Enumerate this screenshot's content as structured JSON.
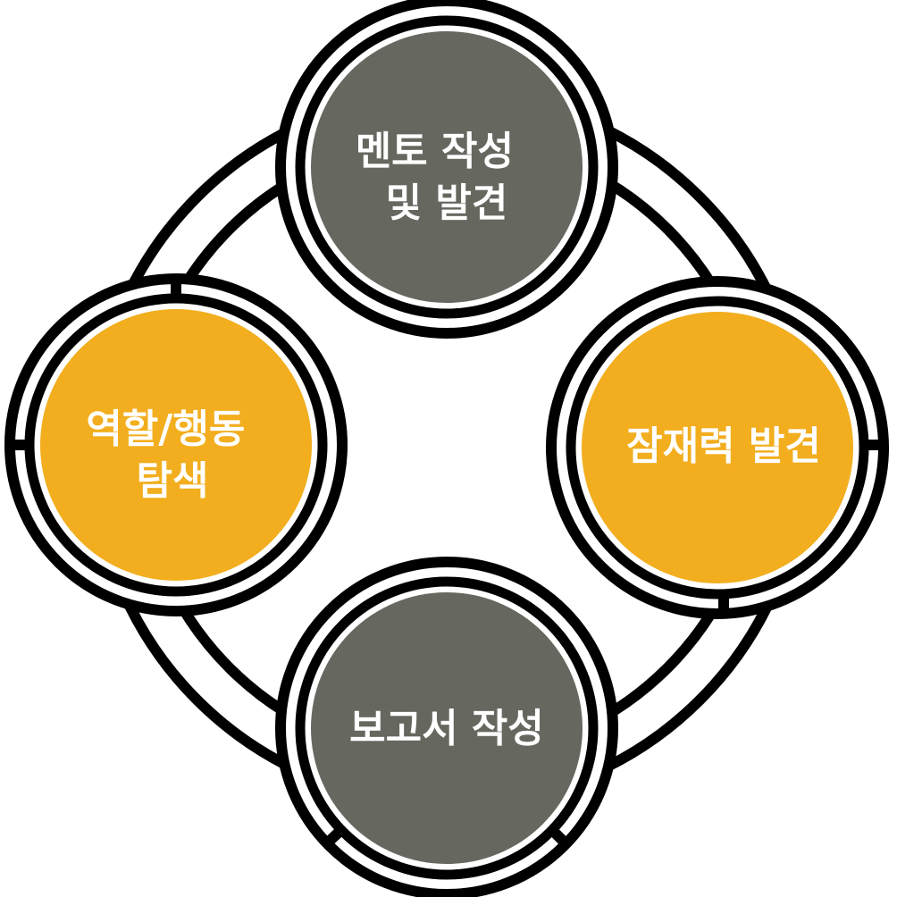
{
  "colors": {
    "dark": "#666860",
    "gold": "#f2ae1e",
    "stroke": "#000000",
    "text": "#ffffff",
    "background": "#ffffff"
  },
  "nodes": [
    {
      "id": "top",
      "lines": [
        "멘토 작성",
        "및 발견"
      ],
      "fill": "dark"
    },
    {
      "id": "right",
      "lines": [
        "잠재력 발견"
      ],
      "fill": "gold"
    },
    {
      "id": "bottom",
      "lines": [
        "보고서 작성"
      ],
      "fill": "dark"
    },
    {
      "id": "left",
      "lines": [
        "역할/행동",
        "탐색"
      ],
      "fill": "gold"
    }
  ]
}
